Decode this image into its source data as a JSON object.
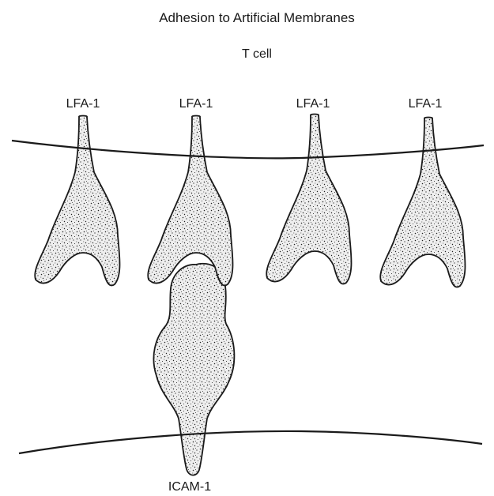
{
  "figure": {
    "title": "Adhesion to Artificial Membranes",
    "cell_label": "T cell",
    "lfa1_labels": [
      "LFA-1",
      "LFA-1",
      "LFA-1",
      "LFA-1"
    ],
    "icam1_label": "ICAM-1"
  },
  "colors": {
    "ink": "#1a1a1a",
    "background": "#ffffff",
    "stipple_fill": "#e8e8e8"
  }
}
